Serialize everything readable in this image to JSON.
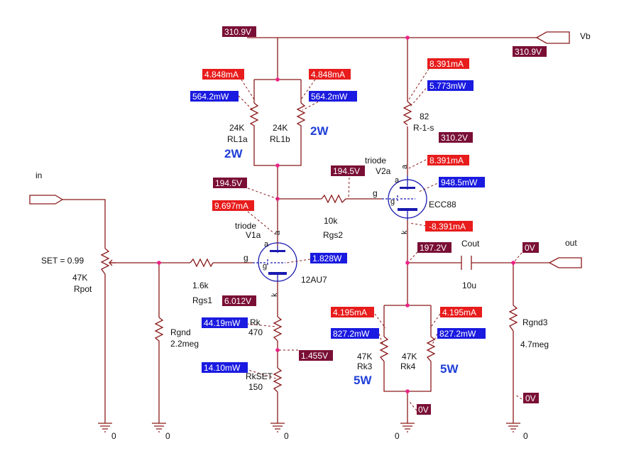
{
  "colors": {
    "wire": "#8b1a1a",
    "voltage_bg": "#7a0f35",
    "current_bg": "#e81c1c",
    "power_bg": "#1a1ae0",
    "tube": "#1a1ab0",
    "node_dot": "#ee2288",
    "power_rating": "#1f3fd8"
  },
  "ports": {
    "in": "in",
    "out": "out",
    "vb": "Vb"
  },
  "pot": {
    "set": "SET = 0.99",
    "value": "47K",
    "name": "Rpot"
  },
  "resistors": {
    "rgnd": {
      "name": "Rgnd",
      "value": "2.2meg"
    },
    "rgs1": {
      "name": "Rgs1",
      "value": "1.6k"
    },
    "rgs2": {
      "name": "Rgs2",
      "value": "10k"
    },
    "rl1a": {
      "name": "RL1a",
      "value": "24K",
      "rating": "2W"
    },
    "rl1b": {
      "name": "RL1b",
      "value": "24K",
      "rating": "2W"
    },
    "rk": {
      "name": "Rk",
      "value": "470"
    },
    "rkset": {
      "name": "RkSET",
      "value": "150"
    },
    "r1s": {
      "name": "R-1-s",
      "value": "82"
    },
    "rk3": {
      "name": "Rk3",
      "value": "47K",
      "rating": "5W"
    },
    "rk4": {
      "name": "Rk4",
      "value": "47K",
      "rating": "5W"
    },
    "rgnd3": {
      "name": "Rgnd3",
      "value": "4.7meg"
    }
  },
  "cap": {
    "name": "Cout",
    "value": "10u"
  },
  "tubes": {
    "v1a": {
      "type": "triode",
      "name": "V1a",
      "model": "12AU7",
      "pin_a": "a",
      "pin_g": "g",
      "pin_k": "k"
    },
    "v2a": {
      "type": "triode",
      "name": "V2a",
      "model": "ECC88",
      "pin_a": "a",
      "pin_g": "g",
      "pin_k": "k"
    }
  },
  "grounds": [
    "0",
    "0",
    "0",
    "0",
    "0"
  ],
  "probes": {
    "v_top": "310.9V",
    "v_vb": "310.9V",
    "i_rl1a": "4.848mA",
    "i_rl1b": "4.848mA",
    "p_rl1a": "564.2mW",
    "p_rl1b": "564.2mW",
    "i_r1s": "8.391mA",
    "p_r1s": "5.773mW",
    "v_v2a_anode": "310.2V",
    "i_v2a_anode": "8.391mA",
    "v_plate1": "194.5V",
    "v_grid2": "194.5V",
    "p_v2a": "948.5mW",
    "i_v1a": "9.697mA",
    "i_v2a_k": "-8.391mA",
    "v_v2a_k": "197.2V",
    "v_out": "0V",
    "p_v1a": "1.828W",
    "v_k1": "6.012V",
    "i_rk3": "4.195mA",
    "i_rk4": "4.195mA",
    "p_rk": "44.19mW",
    "p_rk3": "827.2mW",
    "p_rk4": "827.2mW",
    "v_rkset": "1.455V",
    "p_rkset": "14.10mW",
    "v_gnd_rk": "0V",
    "v_gnd_out": "0V"
  }
}
